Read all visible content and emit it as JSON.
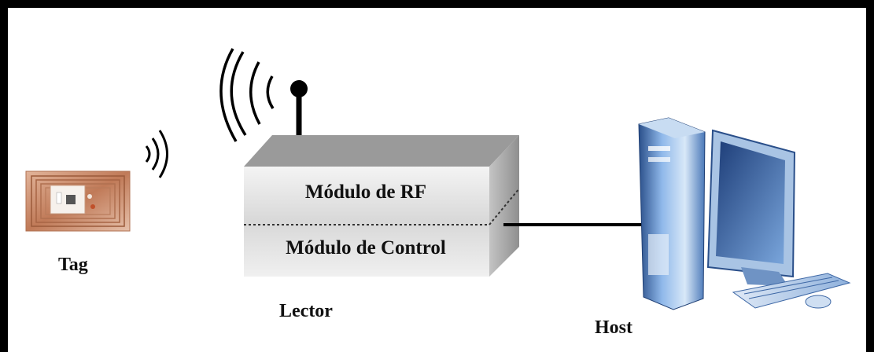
{
  "diagram": {
    "tag_label": "Tag",
    "reader_label": "Lector",
    "host_label": "Host",
    "reader_modules": [
      "Módulo de RF",
      "Módulo de Control"
    ]
  },
  "icons": {
    "tag": "rfid-tag-icon",
    "waves": "radio-waves-icon",
    "antenna": "antenna-icon",
    "computer": "desktop-computer-icon"
  },
  "colors": {
    "frame": "#000000",
    "box_top": "#9a9a9a",
    "box_front": "#e4e4e4",
    "box_side": "#b3b3b3",
    "tag_copper": "#c98b6a",
    "computer": "#5b8fd0"
  }
}
